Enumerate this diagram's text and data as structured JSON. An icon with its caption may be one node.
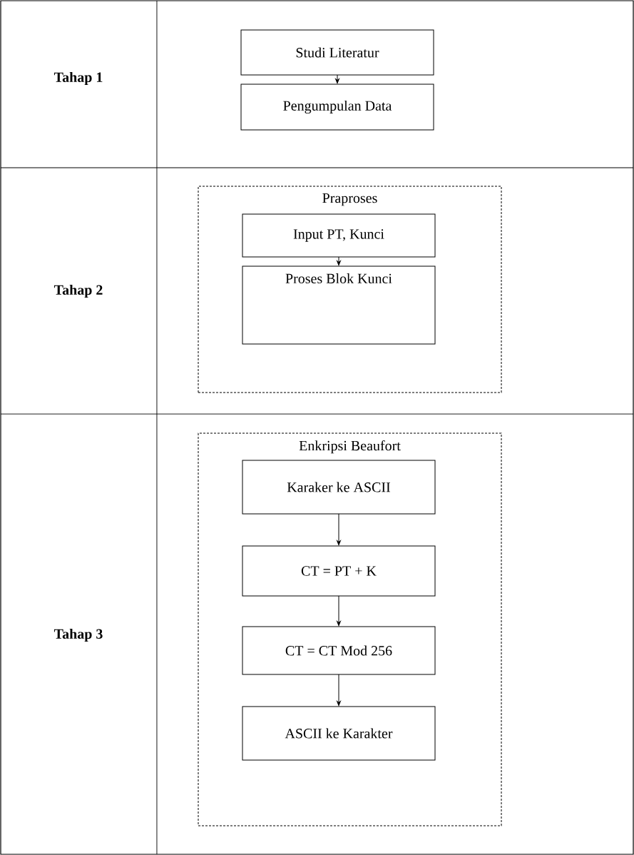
{
  "diagram": {
    "nodes": [
      {
        "text": [
          "Studi Literatur"
        ]
      },
      {
        "text": [
          "Pengumpulan Data"
        ]
      },
      {
        "text": [
          "Praproses"
        ]
      },
      {
        "text": [
          "Input PT, Kunci"
        ],
        "in": 2
      },
      {
        "text": [
          "Proses Blok Kunci"
        ],
        "in": 2
      },
      {
        "text": [
          "Enkripsi Beaufort"
        ]
      },
      {
        "text": [
          "Karaker ke ASCII"
        ],
        "in": 5
      },
      {
        "text": [
          "CT = PT + K"
        ],
        "in": 5
      },
      {
        "text": [
          "CT = CT Mod 256"
        ],
        "in": 5
      },
      {
        "text": [
          "ASCII ke Karakter"
        ],
        "in": 5
      }
    ],
    "edges": [
      {
        "from": 0,
        "to": 1,
        "arrow": "to"
      },
      {
        "from": 3,
        "to": 4,
        "arrow": "to"
      },
      {
        "from": 6,
        "to": 7,
        "arrow": "to"
      },
      {
        "from": 7,
        "to": 8,
        "arrow": "to"
      },
      {
        "from": 8,
        "to": 9,
        "arrow": "to"
      }
    ],
    "labels": [
      "Tahap 1",
      "Tahap 2",
      "Tahap 3"
    ]
  }
}
